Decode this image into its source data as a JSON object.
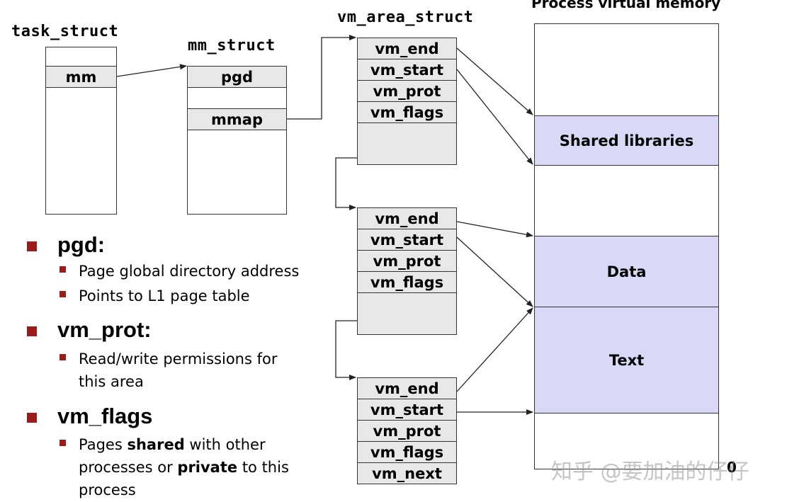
{
  "titles": {
    "task_struct": "task_struct",
    "mm_struct": "mm_struct",
    "vm_area_struct": "vm_area_struct",
    "process_virtual_memory": "Process virtual memory"
  },
  "task_struct": {
    "mm": "mm"
  },
  "mm_struct": {
    "pgd": "pgd",
    "mmap": "mmap"
  },
  "vm_areas": [
    {
      "fields": [
        "vm_end",
        "vm_start",
        "vm_prot",
        "vm_flags"
      ]
    },
    {
      "fields": [
        "vm_end",
        "vm_start",
        "vm_prot",
        "vm_flags"
      ]
    },
    {
      "fields": [
        "vm_end",
        "vm_start",
        "vm_prot",
        "vm_flags",
        "vm_next"
      ]
    }
  ],
  "regions": {
    "shared_libraries": "Shared libraries",
    "data": "Data",
    "text": "Text",
    "zero": "0"
  },
  "bullets": [
    {
      "title": "pgd:",
      "items": [
        {
          "segments": [
            {
              "text": "Page global directory address",
              "bold": false
            }
          ]
        },
        {
          "segments": [
            {
              "text": "Points to L1 page table",
              "bold": false
            }
          ]
        }
      ]
    },
    {
      "title": "vm_prot:",
      "items": [
        {
          "segments": [
            {
              "text": "Read/write permissions for this area",
              "bold": false
            }
          ]
        }
      ]
    },
    {
      "title": "vm_flags",
      "items": [
        {
          "segments": [
            {
              "text": "Pages ",
              "bold": false
            },
            {
              "text": "shared",
              "bold": true
            },
            {
              "text": " with other processes or ",
              "bold": false
            },
            {
              "text": "private",
              "bold": true
            },
            {
              "text": " to this process",
              "bold": false
            }
          ]
        }
      ]
    }
  ],
  "watermark": "知乎 @要加油的仔仔",
  "colors": {
    "region_fill": "#d9d9f7",
    "cell_fill": "#e8e8e8",
    "bullet": "#9b1b1b"
  }
}
